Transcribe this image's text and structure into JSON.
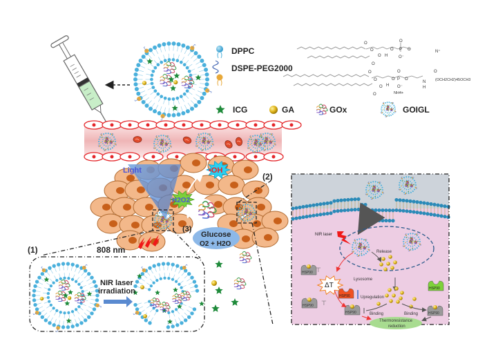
{
  "legend": {
    "dppc": "DPPC",
    "dspe_peg": "DSPE-PEG2000",
    "icg": "ICG",
    "ga": "GA",
    "gox": "GOx",
    "goigl": "GOIGL",
    "peg_chain": "(OCH2CH2)45OCH3",
    "nh4": "NH4+"
  },
  "tumor": {
    "light": "Light",
    "oh": "•OH",
    "h2o2": "H2O2",
    "glucose": "Glucose",
    "o2_h2o": "O2 + H2O",
    "step3": "(3)",
    "laser": "808 nm"
  },
  "panel1": {
    "label": "(1)",
    "arrow_text_1": "NIR laser",
    "arrow_text_2": "irradiation"
  },
  "panel2": {
    "label": "(2)",
    "nir_laser": "NIR laser",
    "release": "Release",
    "lysosome": "Lysosome",
    "delta_t": "ΔT",
    "hsp90": "HSP90",
    "upregulation": "Upregulation",
    "binding_left": "Binding",
    "binding_right": "Binding",
    "thermo_1": "Thermoresistance",
    "thermo_2": "reduction"
  },
  "colors": {
    "vessel": "#e4262a",
    "vessel_fill": "#f2c3c4",
    "cell": "#f3b88a",
    "nucleus": "#c8601a",
    "lipid": "#4ab0dc",
    "icg": "#1e8a3a",
    "ga": "#e0b51a",
    "panel_bg": "#edcde3",
    "hsp_red": "#f05020",
    "hsp_green": "#7ed23a"
  }
}
